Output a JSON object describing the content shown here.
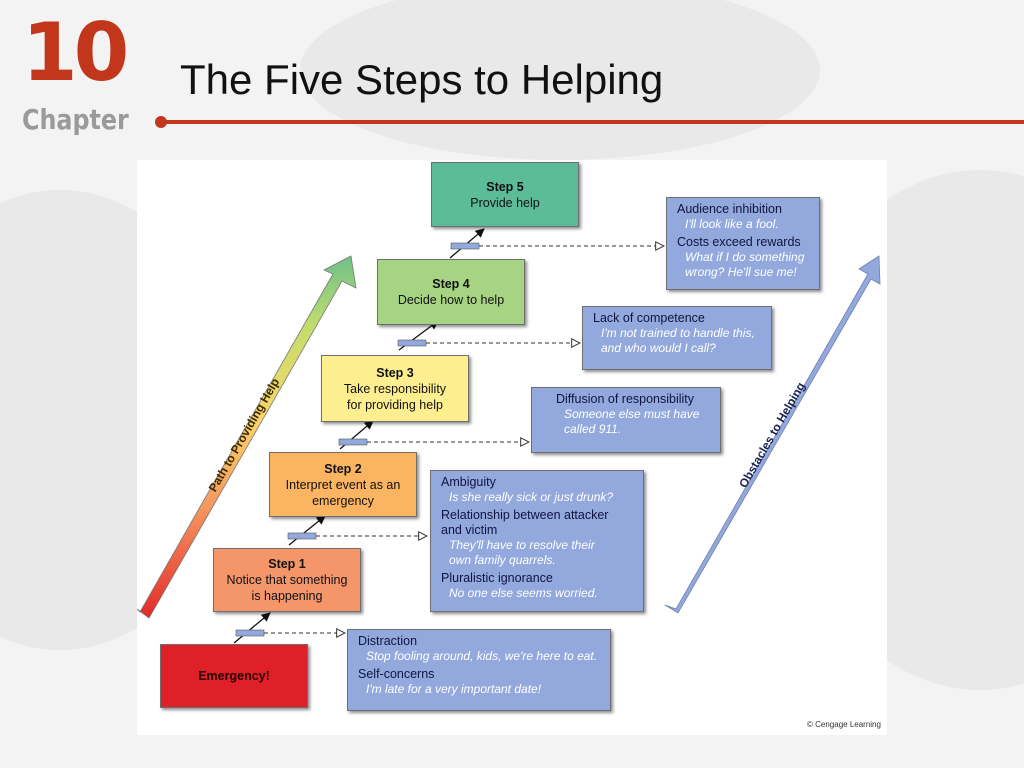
{
  "header": {
    "chapter_number": "10",
    "chapter_label": "Chapter",
    "title": "The Five Steps to Helping"
  },
  "diagram": {
    "emergency": "Emergency!",
    "steps": [
      {
        "heading": "Step 1",
        "text": "Notice that something is happening"
      },
      {
        "heading": "Step 2",
        "text": "Interpret event as an emergency"
      },
      {
        "heading": "Step 3",
        "text": "Take responsibility for providing help"
      },
      {
        "heading": "Step 4",
        "text": "Decide how to help"
      },
      {
        "heading": "Step 5",
        "text": "Provide help"
      }
    ],
    "obstacles": [
      {
        "items": [
          {
            "heading": "Distraction",
            "sub": "Stop fooling around, kids, we're here to eat."
          },
          {
            "heading": "Self-concerns",
            "sub": "I'm late for a very important date!"
          }
        ]
      },
      {
        "items": [
          {
            "heading": "Ambiguity",
            "sub": "Is she really sick or just drunk?"
          },
          {
            "heading": "Relationship between attacker and victim",
            "sub": "They'll have to resolve their own family quarrels."
          },
          {
            "heading": "Pluralistic ignorance",
            "sub": "No one else seems worried."
          }
        ]
      },
      {
        "items": [
          {
            "heading": "Diffusion of responsibility",
            "sub": "Someone else must have called 911."
          }
        ]
      },
      {
        "items": [
          {
            "heading": "Lack of competence",
            "sub": "I'm not trained to handle this, and who would I call?"
          }
        ]
      },
      {
        "items": [
          {
            "heading": "Audience inhibition",
            "sub": "I'll look like a fool."
          },
          {
            "heading": "Costs exceed rewards",
            "sub": "What if I do something wrong? He'll sue me!"
          }
        ]
      }
    ],
    "left_arrow_label": "Path to Providing Help",
    "right_arrow_label": "Obstacles to Helping",
    "credit": "© Cengage Learning",
    "colors": {
      "emergency": "#e02029",
      "step1": "#f5956a",
      "step2": "#fab462",
      "step3": "#fdee8f",
      "step4": "#a6d482",
      "step5": "#5cbc9a",
      "obstacle": "#93a8dc",
      "accent": "#c2371b"
    }
  }
}
